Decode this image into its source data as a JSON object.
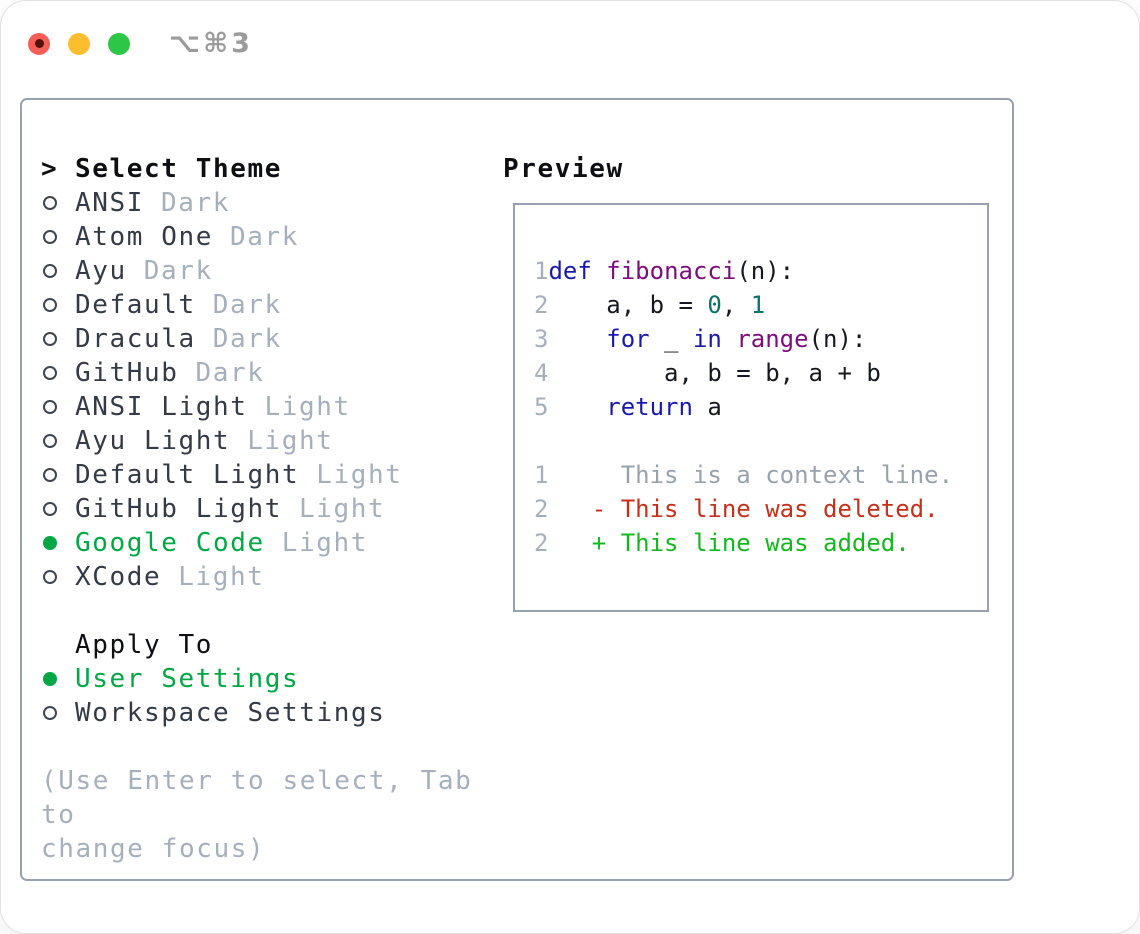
{
  "window": {
    "title": "⌥⌘3",
    "traffic_lights": [
      "close",
      "minimize",
      "zoom"
    ]
  },
  "theme_picker": {
    "prompt": ">",
    "header": "Select Theme",
    "items": [
      {
        "name": "ANSI",
        "tag": "Dark",
        "selected": false
      },
      {
        "name": "Atom One",
        "tag": "Dark",
        "selected": false
      },
      {
        "name": "Ayu",
        "tag": "Dark",
        "selected": false
      },
      {
        "name": "Default",
        "tag": "Dark",
        "selected": false
      },
      {
        "name": "Dracula",
        "tag": "Dark",
        "selected": false
      },
      {
        "name": "GitHub",
        "tag": "Dark",
        "selected": false
      },
      {
        "name": "ANSI Light",
        "tag": "Light",
        "selected": false
      },
      {
        "name": "Ayu Light",
        "tag": "Light",
        "selected": false
      },
      {
        "name": "Default Light",
        "tag": "Light",
        "selected": false
      },
      {
        "name": "GitHub Light",
        "tag": "Light",
        "selected": false
      },
      {
        "name": "Google Code",
        "tag": "Light",
        "selected": true
      },
      {
        "name": "XCode",
        "tag": "Light",
        "selected": false
      }
    ]
  },
  "apply_to": {
    "header": "Apply To",
    "options": [
      {
        "label": "User Settings",
        "selected": true
      },
      {
        "label": "Workspace Settings",
        "selected": false
      }
    ]
  },
  "help_text": "(Use Enter to select, Tab to\nchange focus)",
  "preview": {
    "header": "Preview",
    "code_lines": [
      {
        "num": "1",
        "tokens": [
          {
            "t": "def",
            "type": "keyword"
          },
          {
            "t": " ",
            "type": "plain"
          },
          {
            "t": "fibonacci",
            "type": "function"
          },
          {
            "t": "(n):",
            "type": "plain"
          }
        ]
      },
      {
        "num": "2",
        "tokens": [
          {
            "t": "    a, b = ",
            "type": "plain"
          },
          {
            "t": "0",
            "type": "number"
          },
          {
            "t": ", ",
            "type": "plain"
          },
          {
            "t": "1",
            "type": "number"
          }
        ]
      },
      {
        "num": "3",
        "tokens": [
          {
            "t": "    ",
            "type": "plain"
          },
          {
            "t": "for",
            "type": "keyword"
          },
          {
            "t": " _ ",
            "type": "plain"
          },
          {
            "t": "in",
            "type": "keyword"
          },
          {
            "t": " ",
            "type": "plain"
          },
          {
            "t": "range",
            "type": "function"
          },
          {
            "t": "(n):",
            "type": "plain"
          }
        ]
      },
      {
        "num": "4",
        "tokens": [
          {
            "t": "        a, b = b, a + b",
            "type": "plain"
          }
        ]
      },
      {
        "num": "5",
        "tokens": [
          {
            "t": "    ",
            "type": "plain"
          },
          {
            "t": "return",
            "type": "keyword"
          },
          {
            "t": " a",
            "type": "plain"
          }
        ]
      }
    ],
    "diff_lines": [
      {
        "num": "1",
        "text": "     This is a context line.",
        "kind": "context"
      },
      {
        "num": "2",
        "text": "   - This line was deleted.",
        "kind": "deleted"
      },
      {
        "num": "2",
        "text": "   + This line was added.",
        "kind": "added"
      }
    ]
  },
  "colors": {
    "selected_green": "#00a845",
    "keyword_blue": "#1a1aaa",
    "function_purple": "#7a0e7a",
    "number_teal": "#0b7070",
    "diff_red": "#c5301c",
    "diff_green": "#14b81e",
    "muted_gray": "#a6b0bd",
    "panel_border": "#98a2ae",
    "traffic_red": "#f65f57",
    "traffic_yellow": "#fcbd2f",
    "traffic_green": "#2ec646"
  }
}
